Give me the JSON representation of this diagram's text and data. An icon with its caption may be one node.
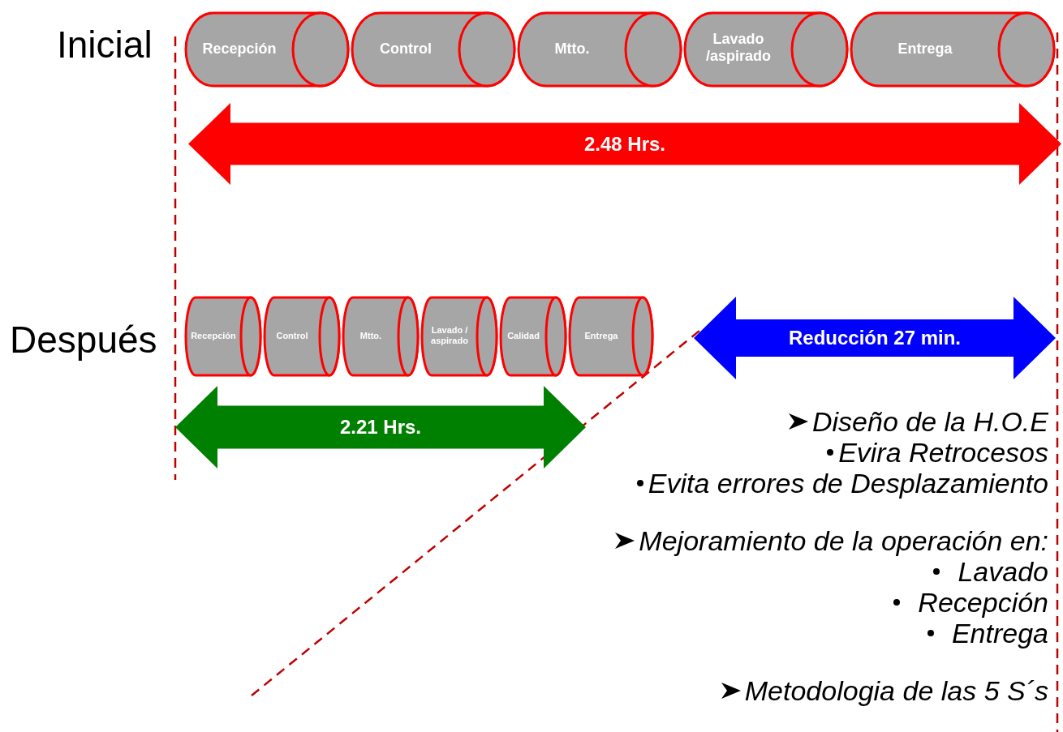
{
  "diagram": {
    "nodes": [
      {
        "text": [
          "Recepción"
        ]
      },
      {
        "text": [
          "Control"
        ]
      },
      {
        "text": [
          "Mtto."
        ]
      },
      {
        "text": [
          "Lavado /aspirado"
        ]
      },
      {
        "text": [
          "Entrega"
        ]
      },
      {
        "text": [
          "2.48 Hrs."
        ]
      },
      {
        "text": [
          "Recepción"
        ]
      },
      {
        "text": [
          "Control"
        ]
      },
      {
        "text": [
          "Mtto."
        ]
      },
      {
        "text": [
          "Lavado / aspirado"
        ]
      },
      {
        "text": [
          "Calidad"
        ]
      },
      {
        "text": [
          "Entrega"
        ]
      },
      {
        "text": [
          "Reducción 27 min."
        ]
      },
      {
        "text": [
          "2.21 Hrs."
        ]
      }
    ],
    "labels": [
      "Inicial",
      "Después",
      "Diseño de la H.O.E",
      "Evira Retrocesos",
      "Evita errores de Desplazamiento",
      "Mejoramiento de la operación en:",
      "Lavado",
      "Recepción",
      "Entrega",
      "Metodologia de las 5 S´s"
    ]
  }
}
